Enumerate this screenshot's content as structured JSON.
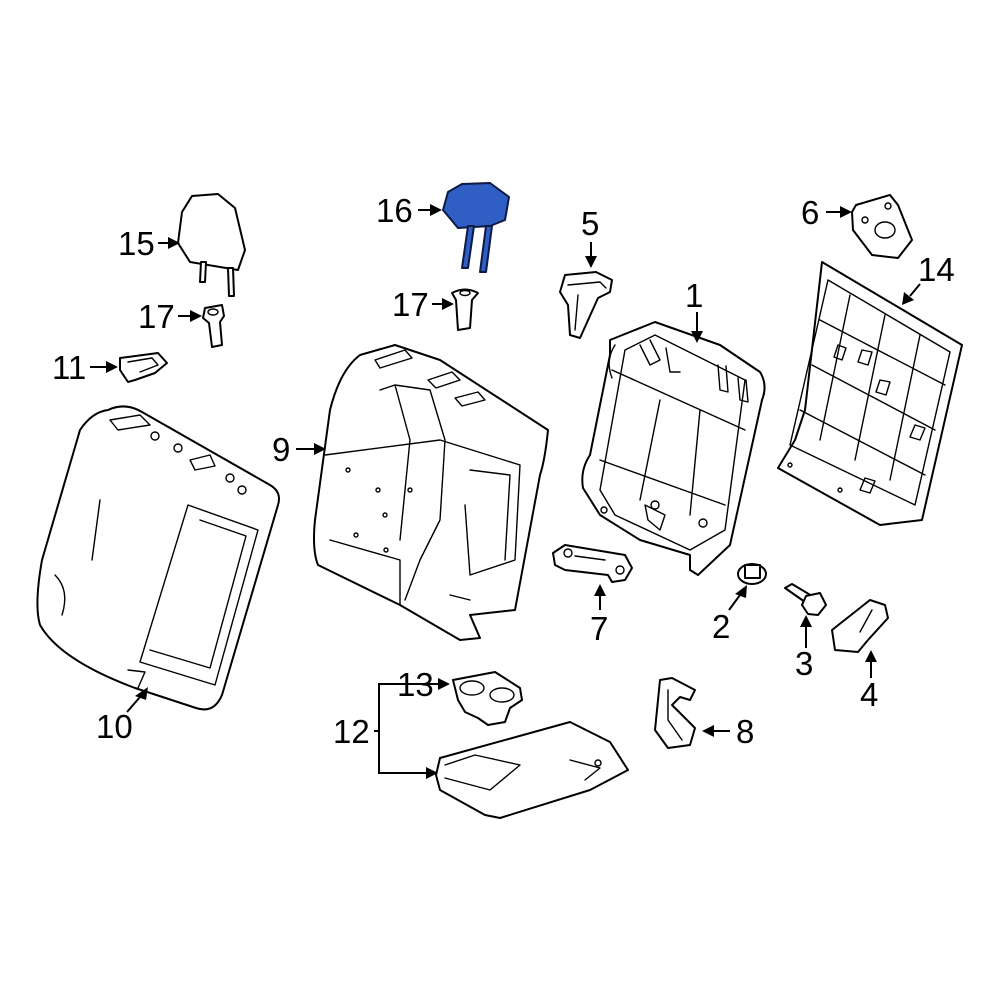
{
  "diagram": {
    "highlight_color": "#2f5ec4",
    "highlighted_part": "16",
    "callouts": {
      "c1": "1",
      "c2": "2",
      "c3": "3",
      "c4": "4",
      "c5": "5",
      "c6": "6",
      "c7": "7",
      "c8": "8",
      "c9": "9",
      "c10": "10",
      "c11": "11",
      "c12": "12",
      "c13": "13",
      "c14": "14",
      "c15": "15",
      "c16": "16",
      "c17a": "17",
      "c17b": "17"
    }
  }
}
